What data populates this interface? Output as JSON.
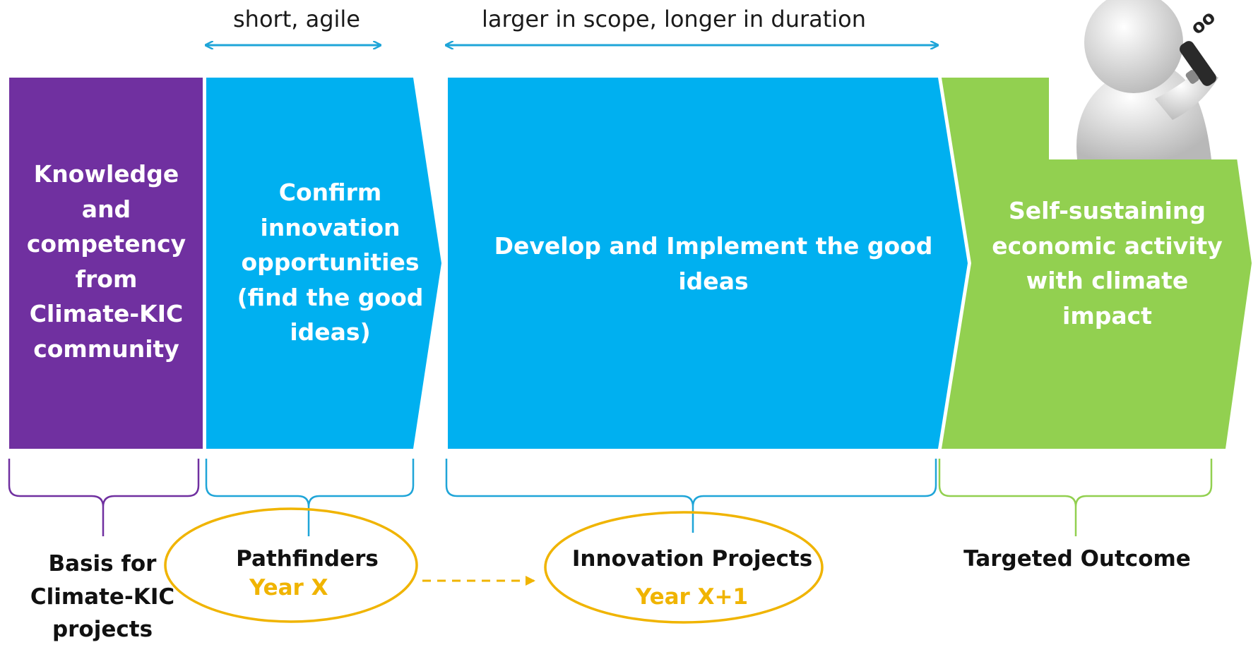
{
  "durations": {
    "short": "short, agile",
    "long": "larger in scope, longer in duration"
  },
  "stages": [
    {
      "text": "Knowledge and competency from Climate-KIC community",
      "color": "#7030a0"
    },
    {
      "text": "Confirm innovation opportunities (find the good ideas)",
      "color": "#00b0f0"
    },
    {
      "text": "Develop and Implement the good ideas",
      "color": "#00b0f0"
    },
    {
      "text": "Self-sustaining economic activity with climate impact",
      "color": "#92d050"
    }
  ],
  "bottom": {
    "basis": "Basis for Climate-KIC projects",
    "pathfinders": "Pathfinders",
    "pathfinders_year": "Year X",
    "innovation": "Innovation Projects",
    "innovation_year": "Year X+1",
    "outcome": "Targeted Outcome"
  },
  "colors": {
    "purple": "#7030a0",
    "blue": "#00b0f0",
    "green": "#92d050",
    "arrow": "#1fa5d8",
    "highlight": "#f0b400"
  },
  "mascot_text": "oo"
}
